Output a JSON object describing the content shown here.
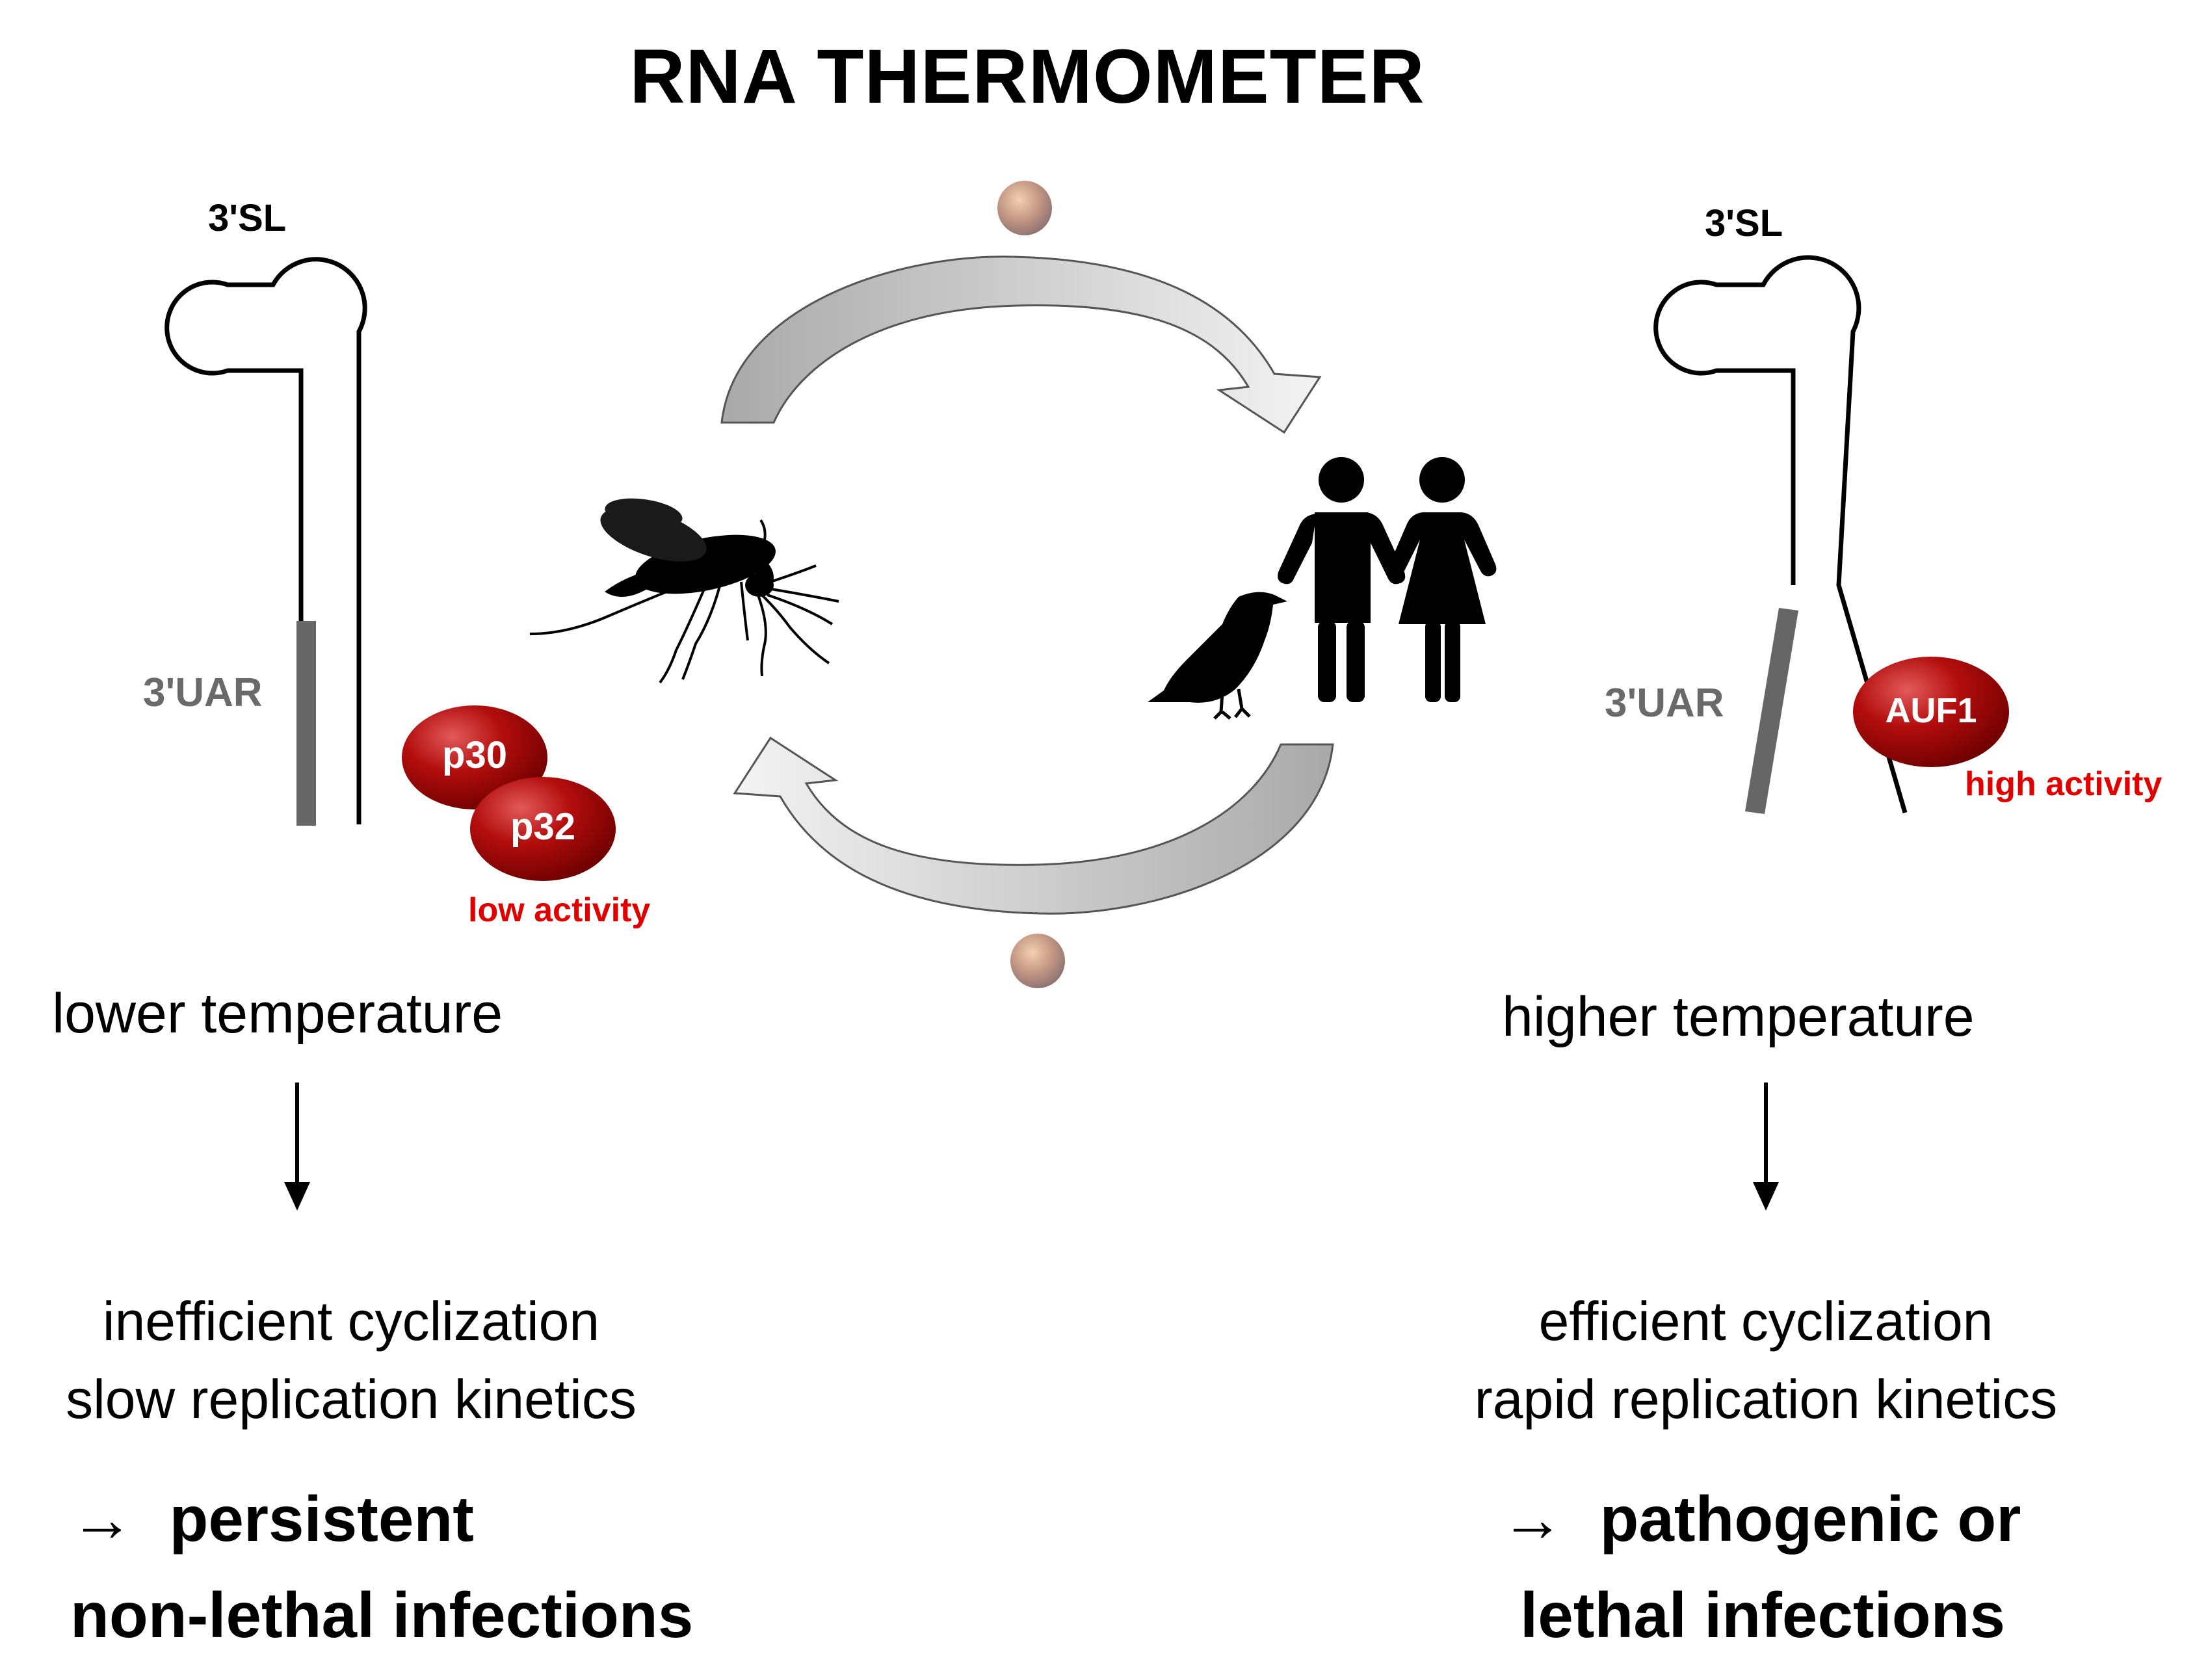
{
  "title": "RNA THERMOMETER",
  "left": {
    "stem_label": "3'SL",
    "uar_label": "3'UAR",
    "proteins": [
      "p30",
      "p32"
    ],
    "activity": "low activity",
    "temperature": "lower temperature",
    "effects": [
      "inefficient cyclization",
      "slow replication kinetics"
    ],
    "outcome_arrow": "→",
    "outcome": [
      "persistent",
      "non-lethal infections"
    ]
  },
  "right": {
    "stem_label": "3'SL",
    "uar_label": "3'UAR",
    "protein": "AUF1",
    "activity": "high activity",
    "temperature": "higher temperature",
    "effects": [
      "efficient cyclization",
      "rapid replication kinetics"
    ],
    "outcome_arrow": "→",
    "outcome": [
      "pathogenic or",
      "lethal infections"
    ]
  },
  "cycle": {
    "icons": [
      "mosquito-icon",
      "bird-icon",
      "boy-icon",
      "girl-icon",
      "virus-particle-icon"
    ]
  },
  "colors": {
    "protein": "#b30d0d",
    "activity_text": "#e00000",
    "uar": "#666666",
    "arrow_fill": "#d8d8d8"
  }
}
